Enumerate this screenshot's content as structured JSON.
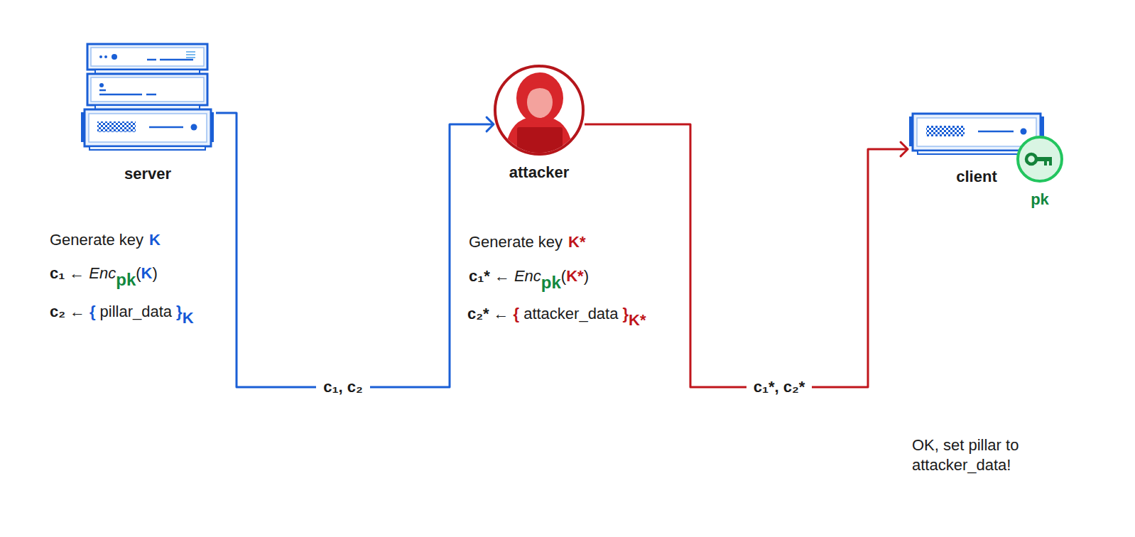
{
  "diagram": {
    "nodes": [
      {
        "text": [
          "server"
        ]
      },
      {
        "text": [
          "attacker"
        ]
      },
      {
        "text": [
          "client"
        ]
      },
      {
        "text": [
          "pk"
        ]
      }
    ],
    "edges": [
      {
        "from": 0,
        "to": 1,
        "arrow": "to",
        "label": "c₁, c₂"
      },
      {
        "from": 1,
        "to": 2,
        "arrow": "to",
        "label": "c₁*, c₂*"
      }
    ],
    "labels": [
      "Generate key",
      "K",
      "c₁",
      "←",
      "Enc",
      "pk",
      "(",
      "K",
      ")",
      "c₂",
      "←",
      "{",
      "pillar_data",
      "}",
      "K",
      "Generate key",
      "K*",
      "c₁*",
      "←",
      "Enc",
      "pk",
      "(",
      "K*",
      ")",
      "c₂*",
      "←",
      "{",
      "attacker_data",
      "}",
      "K*",
      "OK, set pillar to attacker_data!"
    ]
  }
}
